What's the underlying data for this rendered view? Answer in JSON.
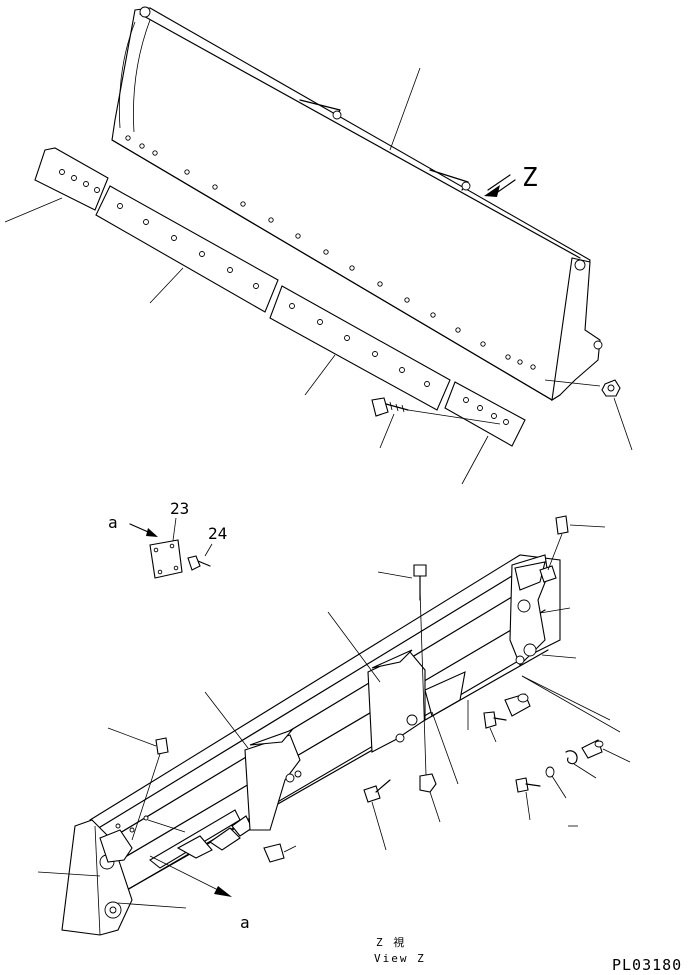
{
  "labels": {
    "view_z_arrow": "Z",
    "detail_a_upper": "a",
    "detail_a_lower": "a",
    "callout_23": "23",
    "callout_24": "24",
    "view_caption_jp": "Z 視",
    "view_caption_en": "View Z",
    "drawing_code": "PL03180"
  },
  "colors": {
    "ink": "#000000",
    "paper": "#ffffff"
  }
}
